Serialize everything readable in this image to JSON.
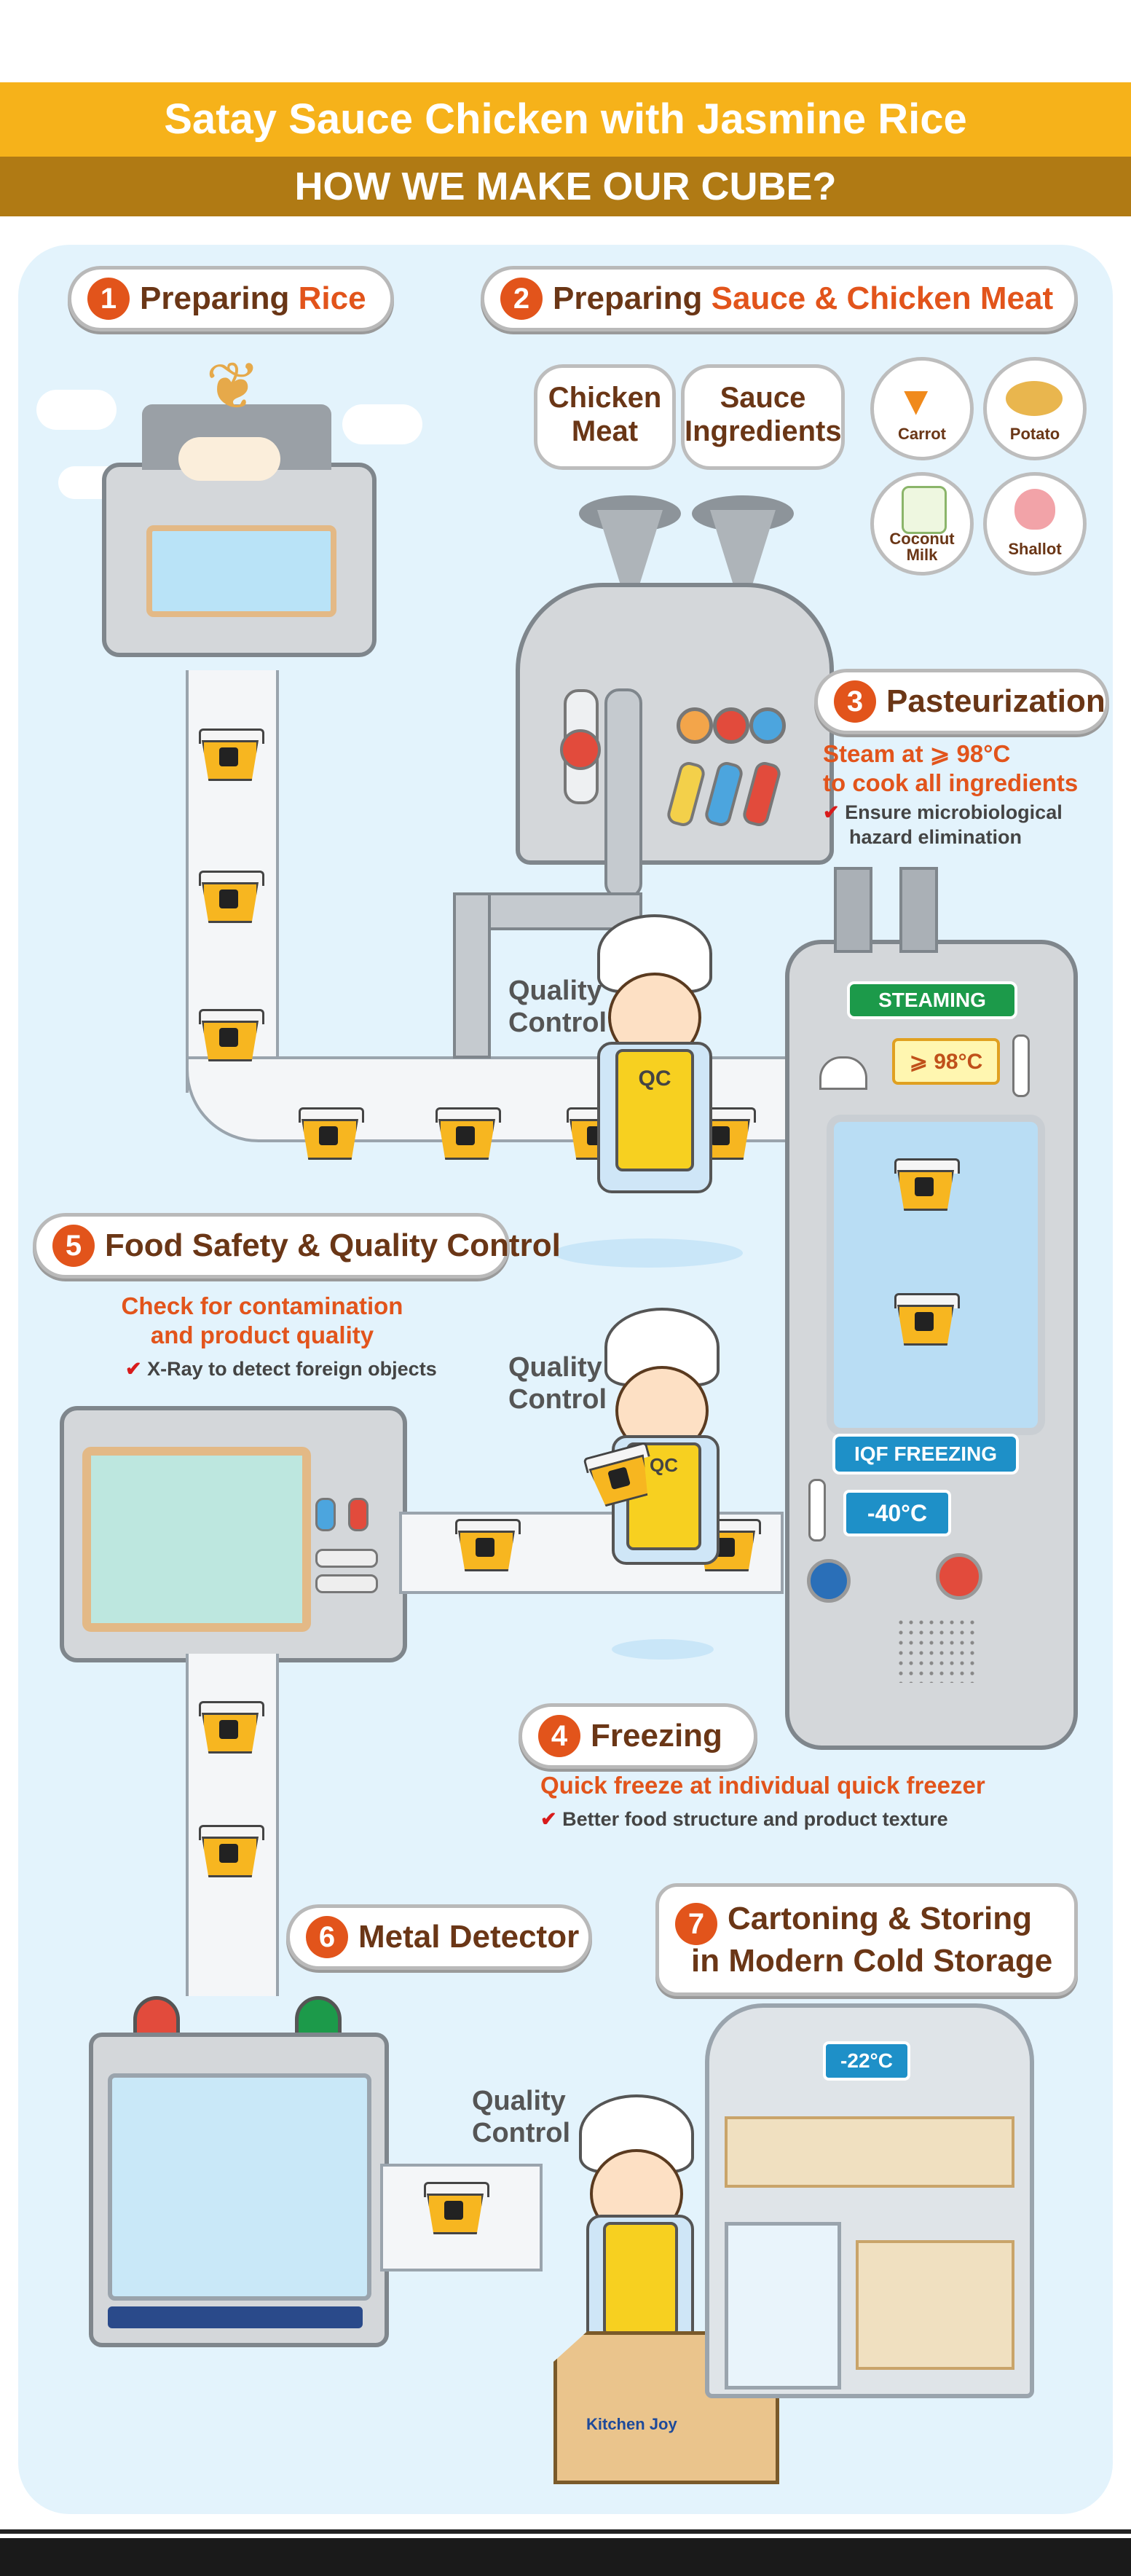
{
  "header": {
    "title": "Satay Sauce Chicken with Jasmine Rice",
    "subtitle": "HOW WE MAKE OUR CUBE?"
  },
  "steps": {
    "s1": {
      "num": "1",
      "label": "Preparing ",
      "highlight": "Rice"
    },
    "s2": {
      "num": "2",
      "label": "Preparing ",
      "highlight": "Sauce & Chicken Meat"
    },
    "s3": {
      "num": "3",
      "label": "Pasteurization",
      "desc1": "Steam at ⩾ 98°C",
      "desc2": "to cook all ingredients",
      "check1": "Ensure microbiological",
      "check2": "hazard elimination"
    },
    "s4": {
      "num": "4",
      "label": "Freezing",
      "desc": "Quick freeze at individual quick freezer",
      "check": "Better food structure and product texture"
    },
    "s5": {
      "num": "5",
      "label": "Food Safety & Quality Control",
      "desc1": "Check for contamination",
      "desc2": "and product quality",
      "check": "X-Ray to detect foreign objects"
    },
    "s6": {
      "num": "6",
      "label": "Metal Detector"
    },
    "s7": {
      "num": "7",
      "label1": "Cartoning & Storing",
      "label2": "in Modern Cold Storage"
    }
  },
  "ingredients": {
    "chicken1": "Chicken",
    "chicken2": "Meat",
    "sauce1": "Sauce",
    "sauce2": "Ingredients",
    "carrot": "Carrot",
    "potato": "Potato",
    "coconut1": "Coconut",
    "coconut2": "Milk",
    "shallot": "Shallot"
  },
  "labels": {
    "quality": "Quality",
    "control": "Control",
    "qc_badge": "QC",
    "steaming": "STEAMING",
    "steam_temp": "⩾ 98°C",
    "iqf": "IQF FREEZING",
    "iqf_temp": "-40°C",
    "storage_temp": "-22°C",
    "box_brand": "Kitchen Joy"
  },
  "colors": {
    "header_gold": "#f6b21a",
    "header_brown": "#b07a14",
    "accent": "#e2541b",
    "panel": "#e3f3fc"
  }
}
